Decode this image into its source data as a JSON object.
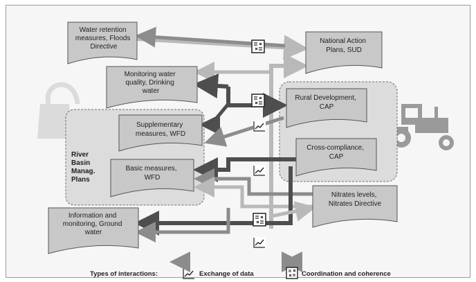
{
  "documents": {
    "water_retention": "Water retention measures, Floods Directive",
    "monitoring_water": "Monitoring water quality, Drinking water",
    "supplementary": "Supplementary measures, WFD",
    "basic_measures": "Basic measures, WFD",
    "information_monitoring": "Information and monitoring, Ground water",
    "national_action": "National Action Plans, SUD",
    "rural_development": "Rural Development, CAP",
    "cross_compliance": "Cross-compliance, CAP",
    "nitrates": "Nitrates levels, Nitrates Directive"
  },
  "groups": {
    "river_basin": "River Basin Manag. Plans"
  },
  "legend": {
    "title": "Types of interactions:",
    "exchange": "Exchange of data",
    "coordination": "Coordination and coherence"
  },
  "icons": [
    "watering-can-icon",
    "tractor-icon",
    "coordination-icon",
    "data-chart-icon"
  ],
  "colors": {
    "doc_fill": "#c8c8c8",
    "arrow_light": "#b9b9b9",
    "arrow_mid": "#8c8c8c",
    "arrow_dark": "#4e4e4e",
    "group_fill": "#dcdcdc"
  }
}
